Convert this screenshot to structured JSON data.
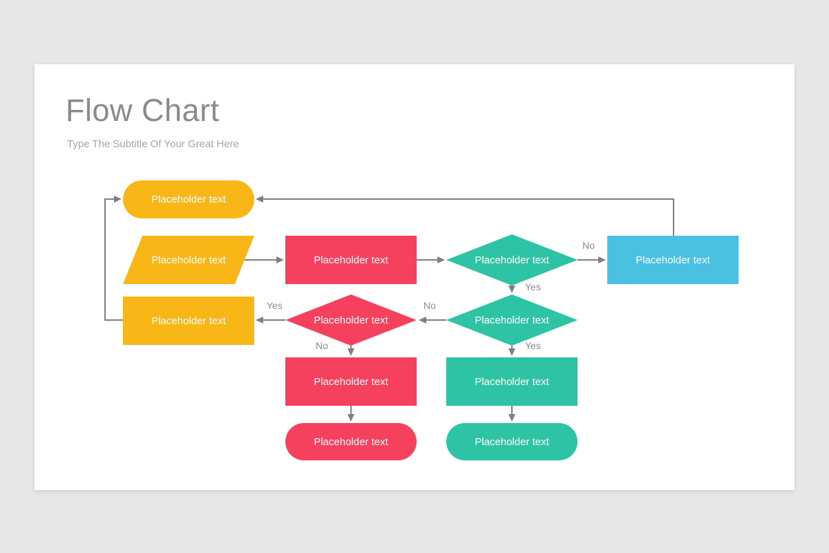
{
  "slide": {
    "title": "Flow Chart",
    "subtitle": "Type The Subtitle Of Your Great Here"
  },
  "colors": {
    "yellow": "#F9B617",
    "pink": "#F5405E",
    "teal": "#2FC3A5",
    "blue": "#4AC1E0",
    "line": "#7F7F7F",
    "heading": "#8A8A8A",
    "subtext": "#A5A5A5",
    "canvas": "#E7E7E7",
    "slide_bg": "#FFFFFF",
    "node_text": "#FFFFFF"
  },
  "nodes": [
    {
      "id": "start",
      "shape": "stadium",
      "color": "yellow",
      "label": "Placeholder text"
    },
    {
      "id": "input",
      "shape": "parallelogram",
      "color": "yellow",
      "label": "Placeholder text"
    },
    {
      "id": "process-1",
      "shape": "rectangle",
      "color": "pink",
      "label": "Placeholder text"
    },
    {
      "id": "decision-1",
      "shape": "diamond",
      "color": "teal",
      "label": "Placeholder text"
    },
    {
      "id": "result-right",
      "shape": "rectangle",
      "color": "blue",
      "label": "Placeholder text"
    },
    {
      "id": "loop-step",
      "shape": "rectangle",
      "color": "yellow",
      "label": "Placeholder text"
    },
    {
      "id": "decision-2",
      "shape": "diamond",
      "color": "pink",
      "label": "Placeholder text"
    },
    {
      "id": "decision-3",
      "shape": "diamond",
      "color": "teal",
      "label": "Placeholder text"
    },
    {
      "id": "process-2",
      "shape": "rectangle",
      "color": "pink",
      "label": "Placeholder text"
    },
    {
      "id": "process-3",
      "shape": "rectangle",
      "color": "teal",
      "label": "Placeholder text"
    },
    {
      "id": "end-1",
      "shape": "stadium",
      "color": "pink",
      "label": "Placeholder text"
    },
    {
      "id": "end-2",
      "shape": "stadium",
      "color": "teal",
      "label": "Placeholder text"
    }
  ],
  "edges": [
    {
      "from": "decision-1",
      "to": "result-right",
      "label": "No"
    },
    {
      "from": "decision-1",
      "to": "decision-3",
      "label": "Yes"
    },
    {
      "from": "decision-3",
      "to": "decision-2",
      "label": "No"
    },
    {
      "from": "decision-3",
      "to": "process-3",
      "label": "Yes"
    },
    {
      "from": "decision-2",
      "to": "loop-step",
      "label": "Yes"
    },
    {
      "from": "decision-2",
      "to": "process-2",
      "label": "No"
    },
    {
      "from": "input",
      "to": "process-1",
      "label": ""
    },
    {
      "from": "process-1",
      "to": "decision-1",
      "label": ""
    },
    {
      "from": "result-right",
      "to": "start",
      "label": ""
    },
    {
      "from": "loop-step",
      "to": "start",
      "label": ""
    },
    {
      "from": "process-2",
      "to": "end-1",
      "label": ""
    },
    {
      "from": "process-3",
      "to": "end-2",
      "label": ""
    }
  ]
}
